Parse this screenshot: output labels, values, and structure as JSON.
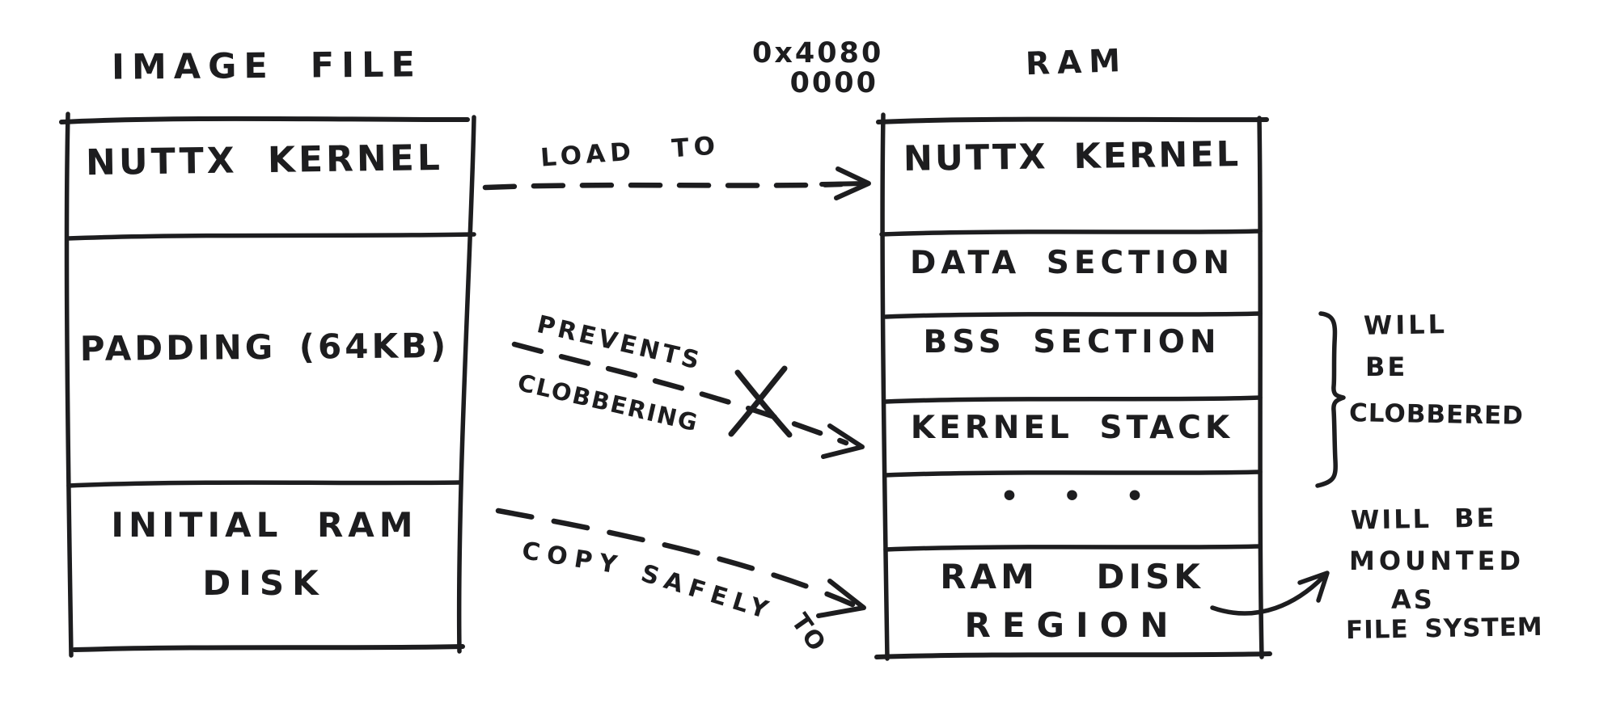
{
  "image_file": {
    "title": "IMAGE FILE",
    "sections": {
      "kernel": "NUTTX KERNEL",
      "padding": "PADDING (64KB)",
      "initrd_line1": "INITIAL RAM",
      "initrd_line2": "DISK"
    }
  },
  "ram": {
    "title": "RAM",
    "base_address_line1": "0x4080",
    "base_address_line2": "0000",
    "sections": {
      "kernel": "NUTTX KERNEL",
      "data": "DATA SECTION",
      "bss": "BSS SECTION",
      "stack": "KERNEL STACK",
      "ellipsis": "• • •",
      "ramdisk_line1": "RAM DISK",
      "ramdisk_line2": "REGION"
    }
  },
  "arrows": {
    "load_to": "LOAD TO",
    "prevents_line1": "PREVENTS",
    "prevents_line2": "CLOBBERING",
    "copy_word1": "COPY",
    "copy_word2": "SAFELY",
    "copy_word3": "TO"
  },
  "annotations": {
    "clobbered_line1": "WILL",
    "clobbered_line2": "BE",
    "clobbered_line3": "CLOBBERED",
    "mounted_line1": "WILL BE",
    "mounted_line2": "MOUNTED",
    "mounted_line3": "AS",
    "mounted_line4": "FILE SYSTEM"
  },
  "colors": {
    "ink": "#1d1d1f",
    "paper": "#ffffff"
  }
}
